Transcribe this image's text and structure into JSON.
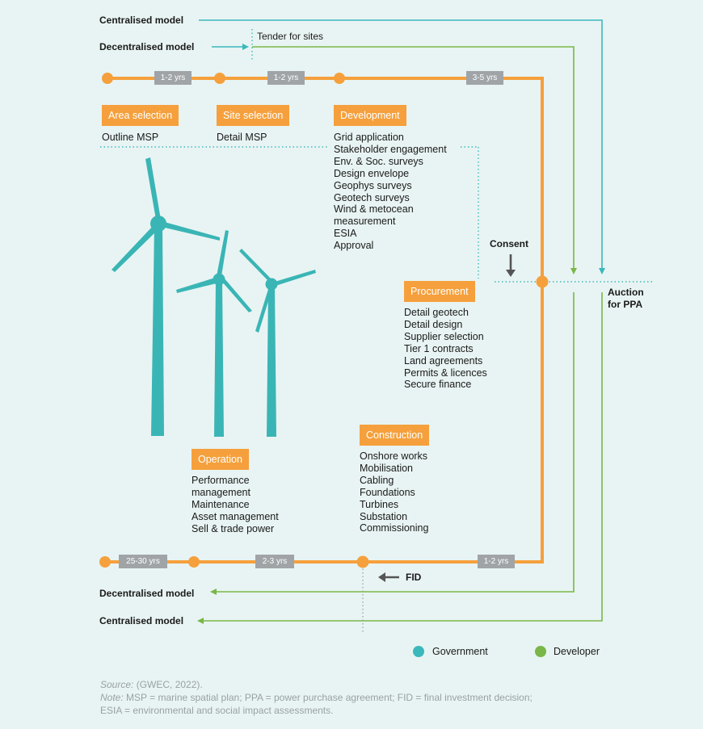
{
  "colors": {
    "orange": "#f5a03c",
    "teal": "#3bb8bb",
    "green": "#7ab648",
    "grey": "#a0a4a7",
    "turbine": "#3ab5b5",
    "background": "#e8f4f3"
  },
  "models": {
    "centralised": "Centralised model",
    "decentralised": "Decentralised model"
  },
  "tender": "Tender for sites",
  "durations": {
    "top": [
      "1-2 yrs",
      "1-2 yrs",
      "3-5 yrs"
    ],
    "bottom": [
      "25-30 yrs",
      "2-3 yrs",
      "1-2 yrs"
    ]
  },
  "stages": {
    "area_selection": {
      "title": "Area selection",
      "items": [
        "Outline MSP"
      ]
    },
    "site_selection": {
      "title": "Site selection",
      "items": [
        "Detail MSP"
      ]
    },
    "development": {
      "title": "Development",
      "items": [
        "Grid application",
        "Stakeholder engagement",
        "Env. & Soc. surveys",
        "Design envelope",
        "Geophys surveys",
        "Geotech surveys",
        "Wind & metocean",
        "measurement",
        "ESIA",
        "Approval"
      ]
    },
    "procurement": {
      "title": "Procurement",
      "items": [
        "Detail geotech",
        "Detail design",
        "Supplier selection",
        "Tier 1 contracts",
        "Land agreements",
        "Permits & licences",
        "Secure finance"
      ]
    },
    "construction": {
      "title": "Construction",
      "items": [
        "Onshore works",
        "Mobilisation",
        "Cabling",
        "Foundations",
        "Turbines",
        "Substation",
        "Commissioning"
      ]
    },
    "operation": {
      "title": "Operation",
      "items": [
        "Performance",
        "management",
        "Maintenance",
        "Asset management",
        "Sell & trade power"
      ]
    }
  },
  "milestones": {
    "consent": "Consent",
    "auction_line1": "Auction",
    "auction_line2": "for PPA",
    "fid": "FID"
  },
  "legend": {
    "government": "Government",
    "developer": "Developer"
  },
  "footnote": {
    "source_label": "Source:",
    "source_text": " (GWEC, 2022).",
    "note_label": "Note:",
    "note_text": " MSP = marine spatial plan; PPA = power purchase agreement; FID = final investment decision;",
    "note_line2": "ESIA = environmental and social impact assessments."
  }
}
